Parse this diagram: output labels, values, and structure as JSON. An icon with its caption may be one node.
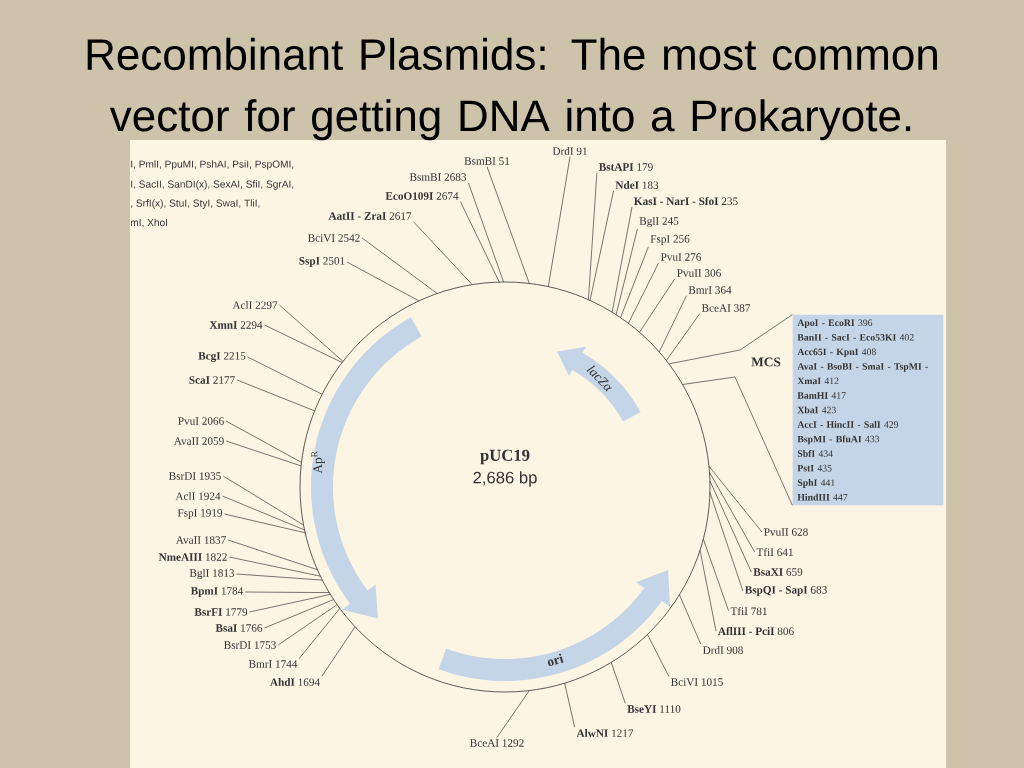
{
  "diagram": {
    "title": "Recombinant Plasmids:  The most common vector for getting DNA into a Prokaryote.",
    "nodes": [
      {
        "text": [
          "BsmBI 51"
        ]
      },
      {
        "text": [
          "DrdI 91"
        ]
      },
      {
        "text": [
          "**BstAPI** 179"
        ]
      },
      {
        "text": [
          "**NdeI** 183"
        ]
      },
      {
        "text": [
          "**KasI - NarI - SfoI** 235"
        ]
      },
      {
        "text": [
          "BglI 245"
        ]
      },
      {
        "text": [
          "FspI 256"
        ]
      },
      {
        "text": [
          "PvuI 276"
        ]
      },
      {
        "text": [
          "PvuII 306"
        ]
      },
      {
        "text": [
          "BmrI 364"
        ]
      },
      {
        "text": [
          "BceAI 387"
        ]
      },
      {
        "text": [
          "**ApoI - EcoRI** 396",
          "**BanII - SacI - Eco53KI** 402",
          "**Acc65I - KpnI** 408",
          "**AvaI - BsoBI - SmaI - TspMI - XmaI** 412",
          "**BamHI** 417",
          "**XbaI** 423",
          "**AccI - HincII - SalI** 429",
          "**BspMI - BfuAI** 433",
          "**SbfI** 434",
          "**PstI** 435",
          "**SphI** 441",
          "**HindIII** 447"
        ],
        "beside": [
          "MCS"
        ]
      },
      {
        "text": [
          "PvuII 628"
        ]
      },
      {
        "text": [
          "TfiI 641"
        ]
      },
      {
        "text": [
          "**BsaXI** 659"
        ]
      },
      {
        "text": [
          "**BspQI - SapI** 683"
        ]
      },
      {
        "text": [
          "TfiI 781"
        ]
      },
      {
        "text": [
          "**AflIII - PciI** 806"
        ]
      },
      {
        "text": [
          "DrdI 908"
        ]
      },
      {
        "text": [
          "BciVI 1015"
        ]
      },
      {
        "text": [
          "**BseYI** 1110"
        ]
      },
      {
        "text": [
          "**AlwNI** 1217"
        ]
      },
      {
        "text": [
          "BceAI 1292"
        ]
      },
      {
        "text": [
          "**AhdI** 1694"
        ]
      },
      {
        "text": [
          "BmrI 1744"
        ]
      },
      {
        "text": [
          "BsrDI 1753"
        ]
      },
      {
        "text": [
          "**BsaI** 1766"
        ]
      },
      {
        "text": [
          "**BsrFI** 1779"
        ]
      },
      {
        "text": [
          "**BpmI** 1784"
        ]
      },
      {
        "text": [
          "BglI 1813"
        ]
      },
      {
        "text": [
          "**NmeAIII** 1822"
        ]
      },
      {
        "text": [
          "AvaII 1837"
        ]
      },
      {
        "text": [
          "FspI 1919"
        ]
      },
      {
        "text": [
          "AclI 1924"
        ]
      },
      {
        "text": [
          "BsrDI 1935"
        ]
      },
      {
        "text": [
          "AvaII 2059"
        ]
      },
      {
        "text": [
          "PvuI 2066"
        ]
      },
      {
        "text": [
          "**ScaI** 2177"
        ]
      },
      {
        "text": [
          "**BcgI** 2215"
        ]
      },
      {
        "text": [
          "**XmnI** 2294"
        ]
      },
      {
        "text": [
          "AclI 2297"
        ]
      },
      {
        "text": [
          "**SspI** 2501"
        ]
      },
      {
        "text": [
          "BciVI 2542"
        ]
      },
      {
        "text": [
          "**AatII - ZraI** 2617"
        ]
      },
      {
        "text": [
          "**EcoO109I** 2674"
        ]
      },
      {
        "text": [
          "BsmBI 2683"
        ]
      }
    ],
    "edges": [
      {
        "from": 0,
        "to": null,
        "arrow": "none"
      },
      {
        "from": 1,
        "to": null,
        "arrow": "none"
      },
      {
        "from": 2,
        "to": null,
        "arrow": "none"
      },
      {
        "from": 3,
        "to": null,
        "arrow": "none"
      },
      {
        "from": 4,
        "to": null,
        "arrow": "none"
      },
      {
        "from": 5,
        "to": null,
        "arrow": "none"
      },
      {
        "from": 6,
        "to": null,
        "arrow": "none"
      },
      {
        "from": 7,
        "to": null,
        "arrow": "none"
      },
      {
        "from": 8,
        "to": null,
        "arrow": "none"
      },
      {
        "from": 9,
        "to": null,
        "arrow": "none"
      },
      {
        "from": 10,
        "to": null,
        "arrow": "none"
      },
      {
        "from": null,
        "to": 11,
        "arrow": "none"
      },
      {
        "from": null,
        "to": 11,
        "arrow": "none"
      },
      {
        "from": 12,
        "to": null,
        "arrow": "none"
      },
      {
        "from": 13,
        "to": null,
        "arrow": "none"
      },
      {
        "from": 14,
        "to": null,
        "arrow": "none"
      },
      {
        "from": 15,
        "to": null,
        "arrow": "none"
      },
      {
        "from": 16,
        "to": null,
        "arrow": "none"
      },
      {
        "from": 17,
        "to": null,
        "arrow": "none"
      },
      {
        "from": 18,
        "to": null,
        "arrow": "none"
      },
      {
        "from": 19,
        "to": null,
        "arrow": "none"
      },
      {
        "from": 20,
        "to": null,
        "arrow": "none"
      },
      {
        "from": 21,
        "to": null,
        "arrow": "none"
      },
      {
        "from": 22,
        "to": null,
        "arrow": "none"
      },
      {
        "from": 23,
        "to": null,
        "arrow": "none"
      },
      {
        "from": 24,
        "to": null,
        "arrow": "none"
      },
      {
        "from": 25,
        "to": null,
        "arrow": "none"
      },
      {
        "from": 26,
        "to": null,
        "arrow": "none"
      },
      {
        "from": 27,
        "to": null,
        "arrow": "none"
      },
      {
        "from": 28,
        "to": null,
        "arrow": "none"
      },
      {
        "from": 29,
        "to": null,
        "arrow": "none"
      },
      {
        "from": 30,
        "to": null,
        "arrow": "none"
      },
      {
        "from": 31,
        "to": null,
        "arrow": "none"
      },
      {
        "from": 32,
        "to": null,
        "arrow": "none"
      },
      {
        "from": 33,
        "to": null,
        "arrow": "none"
      },
      {
        "from": 34,
        "to": null,
        "arrow": "none"
      },
      {
        "from": 35,
        "to": null,
        "arrow": "none"
      },
      {
        "from": 36,
        "to": null,
        "arrow": "none"
      },
      {
        "from": 37,
        "to": null,
        "arrow": "none"
      },
      {
        "from": 38,
        "to": null,
        "arrow": "none"
      },
      {
        "from": 39,
        "to": null,
        "arrow": "none"
      },
      {
        "from": 40,
        "to": null,
        "arrow": "none"
      },
      {
        "from": 41,
        "to": null,
        "arrow": "none"
      },
      {
        "from": 42,
        "to": null,
        "arrow": "none"
      },
      {
        "from": 43,
        "to": null,
        "arrow": "none"
      },
      {
        "from": 44,
        "to": null,
        "arrow": "none"
      },
      {
        "from": 45,
        "to": null,
        "arrow": "none"
      }
    ],
    "labels": [
      "I, PmlI, PpuMI, PshAI, PsiI, PspOMI,",
      "I, SacII, SanDI(x), SexAI, SfiI, SgrAI,",
      ", SrfI(x), StuI, StyI, SwaI, TliI,",
      "mI, XhoI",
      "lacZα",
      "Ap$^{R}$",
      "ori",
      "pUC19",
      "2,686 bp"
    ]
  }
}
